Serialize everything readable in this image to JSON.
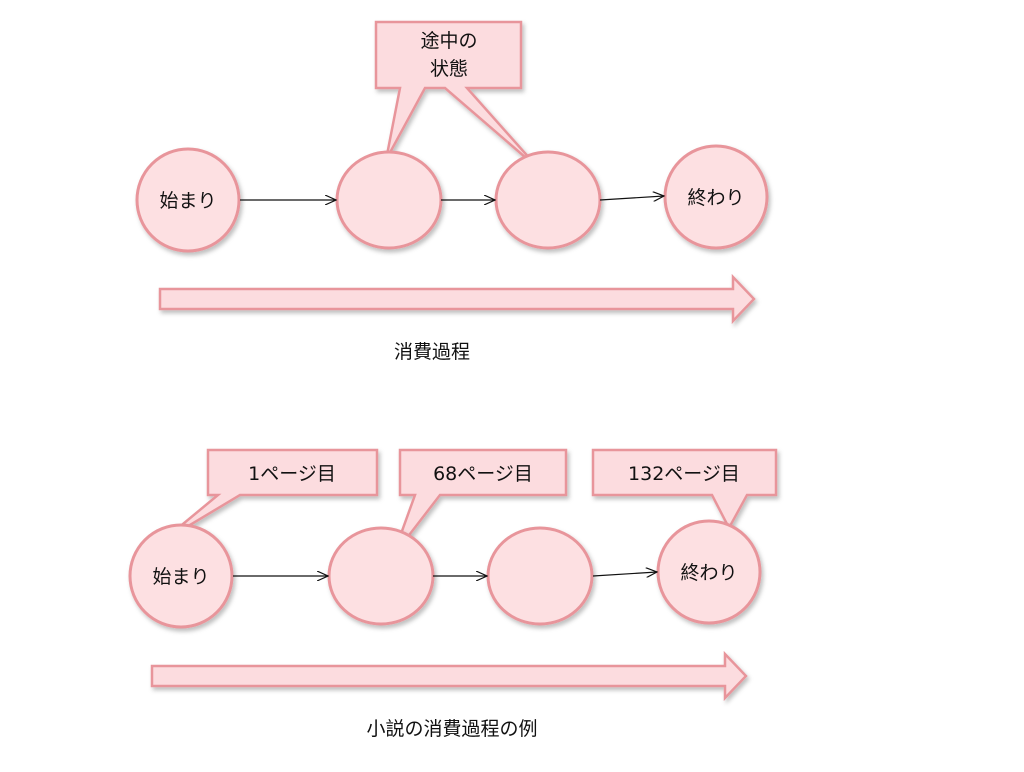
{
  "top_diagram": {
    "start_label": "始まり",
    "end_label": "終わり",
    "callout_line1": "途中の",
    "callout_line2": "状態",
    "process_label": "消費過程"
  },
  "bottom_diagram": {
    "start_label": "始まり",
    "end_label": "終わり",
    "callout_page1": "1ページ目",
    "callout_page68": "68ページ目",
    "callout_page132": "132ページ目",
    "process_label": "小説の消費過程の例"
  },
  "colors": {
    "node_fill": "#fde0e2",
    "node_stroke": "#e8959b",
    "arrow_fill": "#fcdcdf"
  }
}
